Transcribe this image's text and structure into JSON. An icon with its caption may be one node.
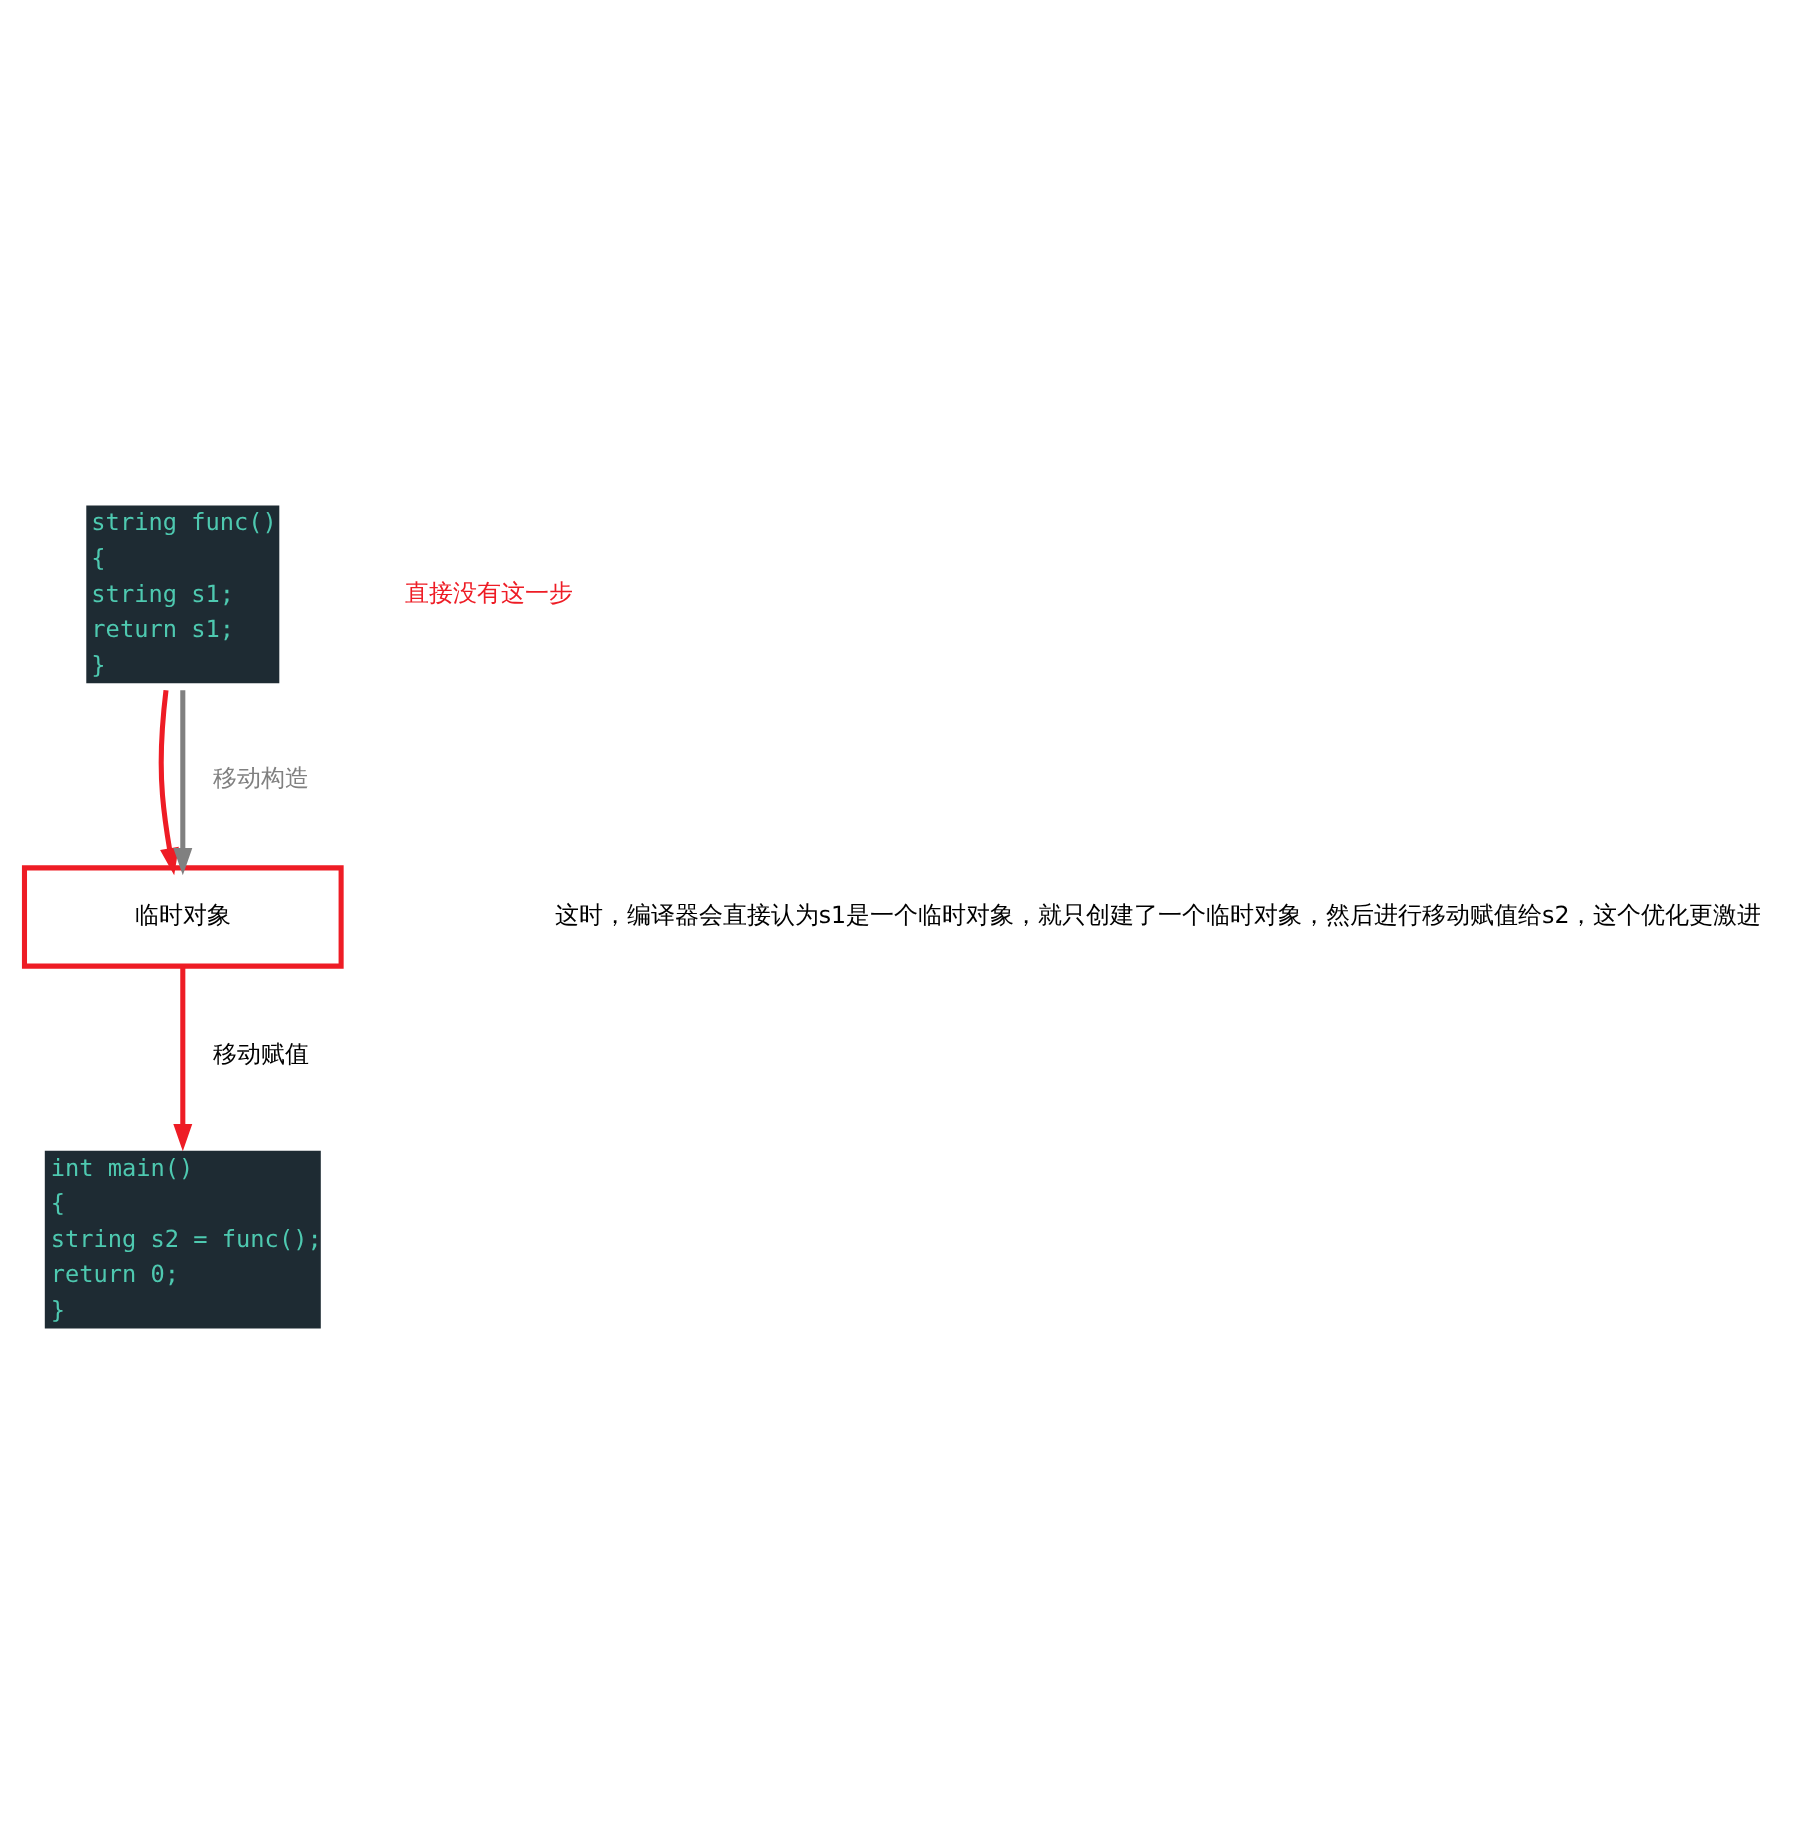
{
  "diagram": {
    "nodes": [
      {
        "text": [
          "string func()",
          "{",
          "string s1;",
          "return s1;",
          "}"
        ]
      },
      {
        "text": [
          "临时对象"
        ]
      },
      {
        "text": [
          "int main()",
          "{",
          "string s2 = func();",
          "return 0;",
          "}"
        ]
      }
    ],
    "edges": [
      {
        "from": 0,
        "to": 1,
        "arrow": "to"
      },
      {
        "from": 0,
        "to": 1,
        "arrow": "to",
        "label": "移动构造",
        "color": "#808080"
      },
      {
        "from": 1,
        "to": 2,
        "arrow": "to",
        "label": "移动赋值"
      }
    ],
    "labels": [
      "直接没有这一步",
      "这时，编译器会直接认为s1是一个临时对象，就只创建了一个临时对象，然后进行移动赋值给s2，这个优化更激进"
    ]
  }
}
